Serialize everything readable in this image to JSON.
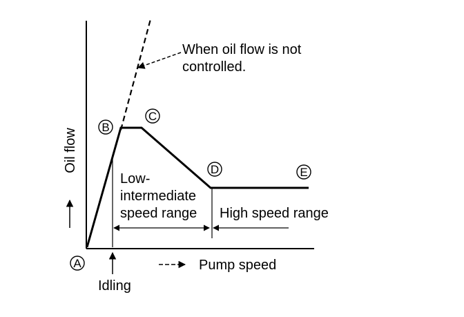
{
  "axes": {
    "y_label": "Oil flow",
    "x_label": "Pump speed"
  },
  "points": {
    "a": "A",
    "b": "B",
    "c": "C",
    "d": "D",
    "e": "E"
  },
  "annotations": {
    "uncontrolled_line1": "When oil flow is not",
    "uncontrolled_line2": "controlled.",
    "idling": "Idling",
    "low_range_line1": "Low-",
    "low_range_line2": "intermediate",
    "low_range_line3": "speed range",
    "high_range": "High speed range"
  }
}
